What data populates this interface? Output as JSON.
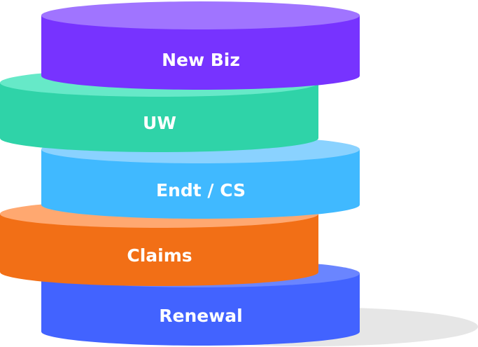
{
  "diagram": {
    "type": "stacked-cylinders",
    "layers": [
      {
        "label": "New Biz",
        "top_color": "#a074ff",
        "body_color": "#7733ff"
      },
      {
        "label": "UW",
        "top_color": "#66e9c8",
        "body_color": "#2fd3a8"
      },
      {
        "label": "Endt / CS",
        "top_color": "#8ad2ff",
        "body_color": "#40b9ff"
      },
      {
        "label": "Claims",
        "top_color": "#ffa870",
        "body_color": "#f26f16"
      },
      {
        "label": "Renewal",
        "top_color": "#6a85ff",
        "body_color": "#4263ff"
      }
    ],
    "shadow_color": "#e6e6e6"
  }
}
